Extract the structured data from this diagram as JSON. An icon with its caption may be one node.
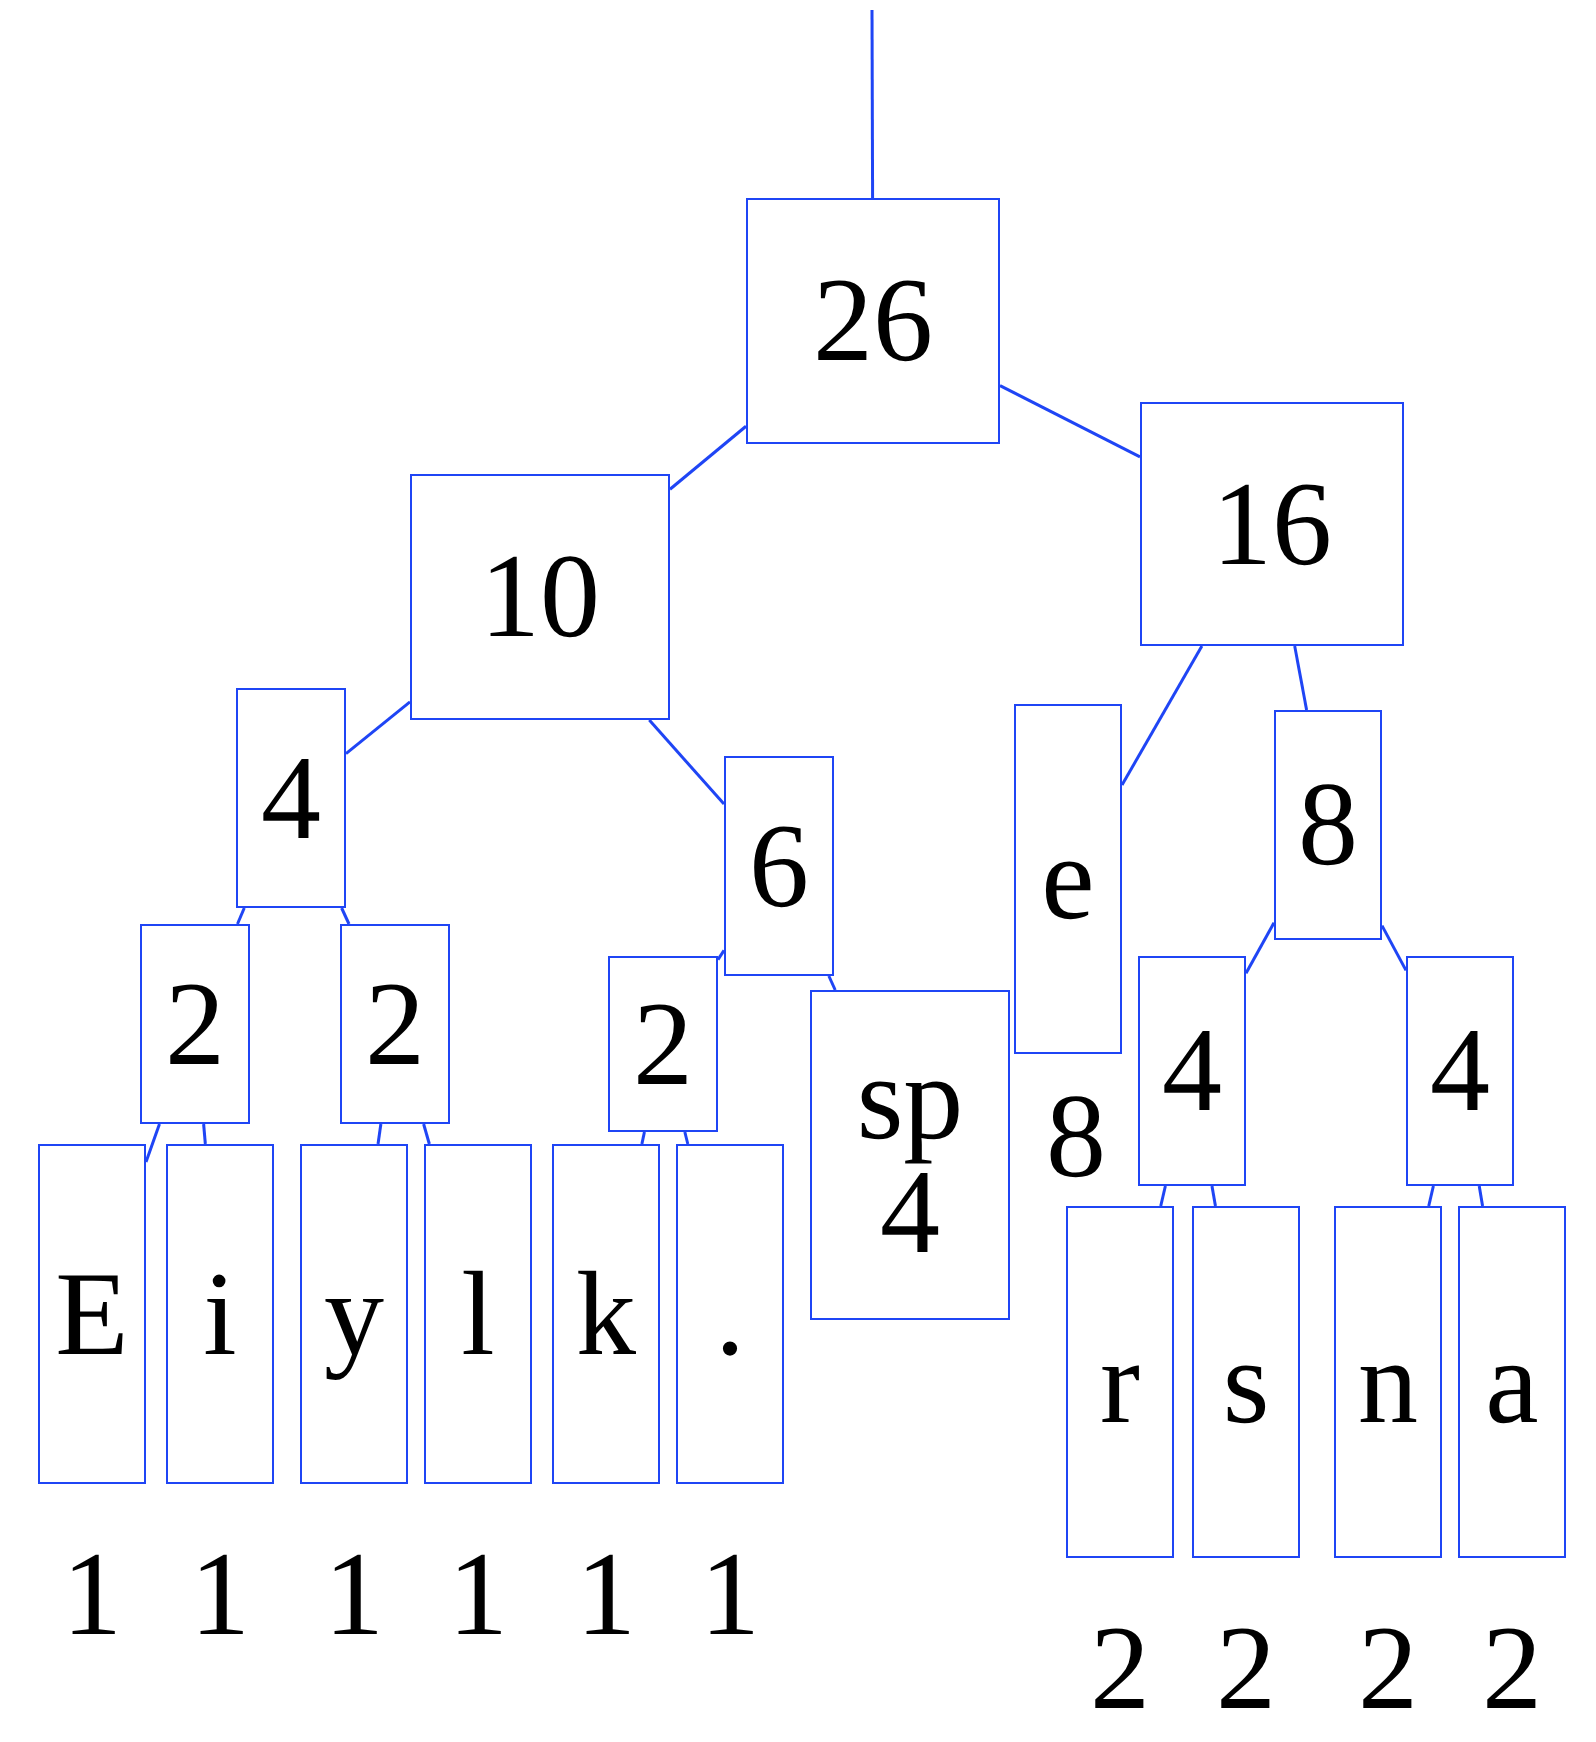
{
  "diagram": {
    "nodes": [
      {
        "text": [
          "26"
        ]
      },
      {
        "text": [
          "10"
        ]
      },
      {
        "text": [
          "16"
        ]
      },
      {
        "text": [
          "4"
        ]
      },
      {
        "text": [
          "6"
        ]
      },
      {
        "text": [
          "e"
        ],
        "beside": [
          "8"
        ]
      },
      {
        "text": [
          "8"
        ]
      },
      {
        "text": [
          "2"
        ]
      },
      {
        "text": [
          "2"
        ]
      },
      {
        "text": [
          "2"
        ]
      },
      {
        "text": [
          "sp",
          "4"
        ]
      },
      {
        "text": [
          "4"
        ]
      },
      {
        "text": [
          "4"
        ]
      },
      {
        "text": [
          "E"
        ],
        "beside": [
          "1"
        ]
      },
      {
        "text": [
          "i"
        ],
        "beside": [
          "1"
        ]
      },
      {
        "text": [
          "y"
        ],
        "beside": [
          "1"
        ]
      },
      {
        "text": [
          "l"
        ],
        "beside": [
          "1"
        ]
      },
      {
        "text": [
          "k"
        ],
        "beside": [
          "1"
        ]
      },
      {
        "text": [
          "."
        ],
        "beside": [
          "1"
        ]
      },
      {
        "text": [
          "r"
        ],
        "beside": [
          "2"
        ]
      },
      {
        "text": [
          "s"
        ],
        "beside": [
          "2"
        ]
      },
      {
        "text": [
          "n"
        ],
        "beside": [
          "2"
        ]
      },
      {
        "text": [
          "a"
        ],
        "beside": [
          "2"
        ]
      }
    ],
    "edges": [
      {
        "from": null,
        "to": 0,
        "arrow": "none"
      },
      {
        "from": 0,
        "to": 1,
        "arrow": "none"
      },
      {
        "from": 0,
        "to": 2,
        "arrow": "none"
      },
      {
        "from": 1,
        "to": 3,
        "arrow": "none"
      },
      {
        "from": 1,
        "to": 4,
        "arrow": "none"
      },
      {
        "from": 2,
        "to": 5,
        "arrow": "none"
      },
      {
        "from": 2,
        "to": 6,
        "arrow": "none"
      },
      {
        "from": 3,
        "to": 7,
        "arrow": "none"
      },
      {
        "from": 3,
        "to": 8,
        "arrow": "none"
      },
      {
        "from": 4,
        "to": 9,
        "arrow": "none"
      },
      {
        "from": 4,
        "to": 10,
        "arrow": "none"
      },
      {
        "from": 6,
        "to": 11,
        "arrow": "none"
      },
      {
        "from": 6,
        "to": 12,
        "arrow": "none"
      },
      {
        "from": 7,
        "to": 13,
        "arrow": "none"
      },
      {
        "from": 7,
        "to": 14,
        "arrow": "none"
      },
      {
        "from": 8,
        "to": 15,
        "arrow": "none"
      },
      {
        "from": 8,
        "to": 16,
        "arrow": "none"
      },
      {
        "from": 9,
        "to": 17,
        "arrow": "none"
      },
      {
        "from": 9,
        "to": 18,
        "arrow": "none"
      },
      {
        "from": 11,
        "to": 19,
        "arrow": "none"
      },
      {
        "from": 11,
        "to": 20,
        "arrow": "none"
      },
      {
        "from": 12,
        "to": 21,
        "arrow": "none"
      },
      {
        "from": 12,
        "to": 22,
        "arrow": "none"
      }
    ]
  }
}
